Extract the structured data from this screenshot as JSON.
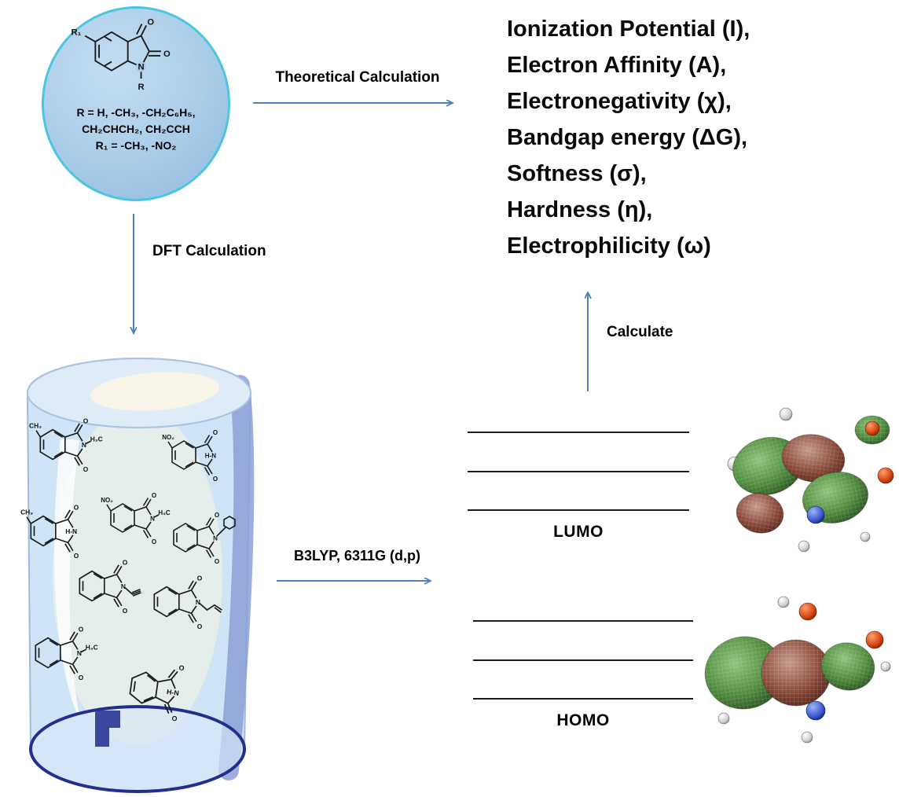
{
  "colors": {
    "arrow": "#4f81bd",
    "bubble_fill": "#a9cde8",
    "bubble_border": "#4cc5e0",
    "cylinder_body": "#cfe4f6",
    "cylinder_band": "#8c9fd6",
    "cylinder_rim": "#232f8c",
    "orbital_green": "#4e8a3c",
    "orbital_maroon": "#8a4a38",
    "text": "#0a0a0a"
  },
  "bubble": {
    "atom_r1": "R₁",
    "atom_r": "R",
    "atom_n": "N",
    "atom_o1": "O",
    "atom_o2": "O",
    "lines": [
      "R = H, -CH₃, -CH₂C₆H₅,",
      "CH₂CHCH₂, CH₂CCH",
      "R₁ = -CH₃, -NO₂"
    ]
  },
  "labels": {
    "theoretical": "Theoretical Calculation",
    "dft": "DFT Calculation",
    "b3lyp": "B3LYP, 6311G (d,p)",
    "calculate": "Calculate"
  },
  "properties": [
    "Ionization Potential (I),",
    "Electron Affinity (A),",
    "Electronegativity (χ),",
    "Bandgap energy (ΔG),",
    "Softness (σ),",
    "Hardness (η),",
    "Electrophilicity (ω)"
  ],
  "energy": {
    "lumo": "LUMO",
    "homo": "HOMO"
  },
  "molecules": {
    "m1": {
      "ring": "CH₃",
      "nsub": "H₃C",
      "n": "N",
      "o1": "O",
      "o2": "O"
    },
    "m2": {
      "ring": "NO₂",
      "nh": "H-N",
      "o1": "O",
      "o2": "O"
    },
    "m3": {
      "ring": "CH₃",
      "nh": "H-N",
      "o1": "O",
      "o2": "O"
    },
    "m4": {
      "ring": "NO₂",
      "nsub": "H₃C",
      "n": "N",
      "o1": "O",
      "o2": "O"
    },
    "m5": {
      "n": "N",
      "o1": "O",
      "o2": "O"
    },
    "m6": {
      "n": "N",
      "o1": "O",
      "o2": "O"
    },
    "m7": {
      "n": "N",
      "o1": "O",
      "o2": "O"
    },
    "m8": {
      "nsub": "H₃C",
      "n": "N",
      "o1": "O",
      "o2": "O"
    },
    "m9": {
      "nh": "H-N",
      "o1": "O",
      "o2": "O"
    }
  }
}
